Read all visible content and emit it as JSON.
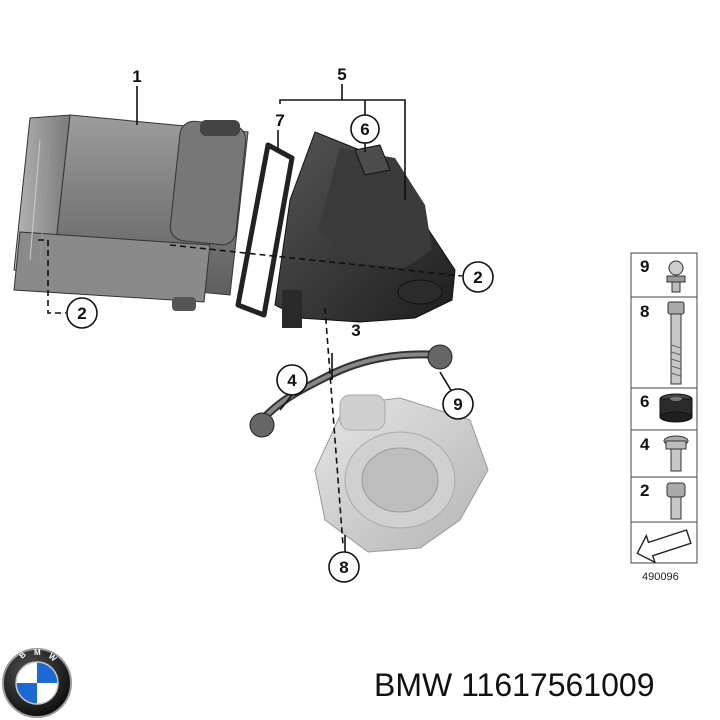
{
  "callouts": {
    "c1": "1",
    "c2a": "2",
    "c2b": "2",
    "c3": "3",
    "c4": "4",
    "c5": "5",
    "c6": "6",
    "c7": "7",
    "c8": "8",
    "c9": "9"
  },
  "legend": {
    "items": [
      "9",
      "8",
      "6",
      "4",
      "2"
    ],
    "image_number": "490096"
  },
  "footer": {
    "brand_text": "BMW 11617561009",
    "logo_letters": "BMW"
  }
}
